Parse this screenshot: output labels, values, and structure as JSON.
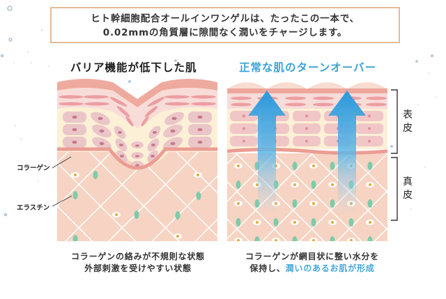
{
  "banner": {
    "line1": "ヒト幹細胞配合オールインワンゲルは、たったこの一本で、",
    "line2": "0.02mmの角質層に隙間なく潤いをチャージします。",
    "border_color": "#e3bb94"
  },
  "left_panel": {
    "heading": "バリア機能が低下した肌",
    "labels": {
      "collagen": "コラーゲン",
      "elastin": "エラスチン"
    },
    "caption_line1": "コラーゲンの絡みが不規則な状態",
    "caption_line2": "外部刺激を受けやすい状態"
  },
  "right_panel": {
    "heading": "正常な肌のターンオーバー",
    "heading_color": "#3aa2d6",
    "bracket_labels": {
      "epidermis": "表皮",
      "dermis": "真皮"
    },
    "caption_line1": "コラーゲンが網目状に整い水分を",
    "caption_line2_prefix": "保持し、",
    "caption_line2_highlight": "潤いのあるお肌が形成",
    "highlight_color": "#47a7da"
  },
  "colors": {
    "skin_dermis": "#f6d3c2",
    "skin_epidermis_top": "#f8dcd8",
    "skin_band": "#eb9d93",
    "cell_cream": "#fcf0d6",
    "cell_fill": "#f1c6c6",
    "nucleus": "#e58e9c",
    "elastin_green": "#7ecbaa",
    "fibroblast_dot": "#e6a93c",
    "arrow_blue": "#2a98dc"
  }
}
